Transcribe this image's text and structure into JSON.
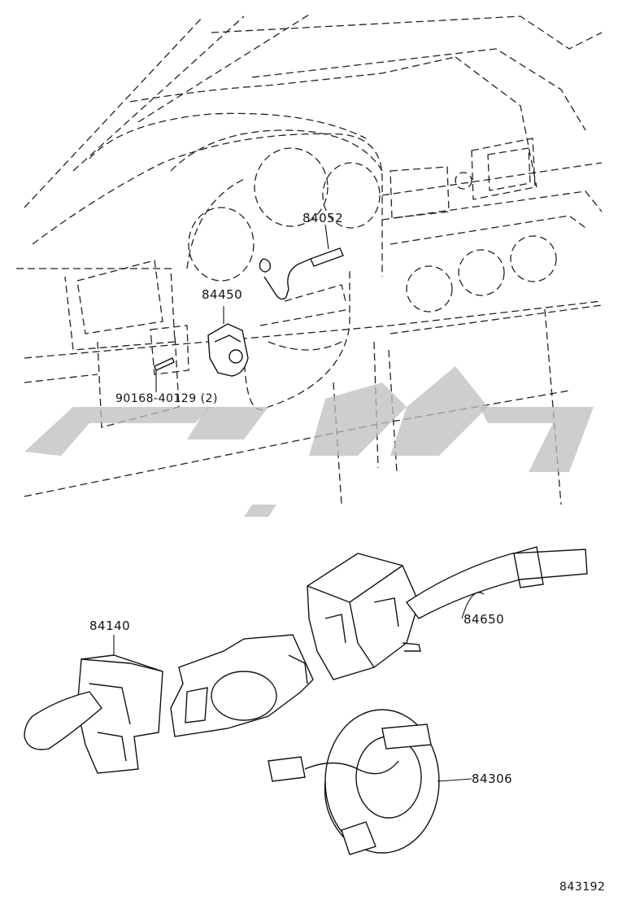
{
  "diagram": {
    "part_labels": {
      "sensor": "84052",
      "bracket": "84450",
      "screw": "90168-40129 (2)",
      "switch_left": "84140",
      "switch_right": "84650",
      "spiral_cable": "84306"
    },
    "figure_number": "843192"
  },
  "colors": {
    "line": "#111111",
    "watermark": "#bdbdbd",
    "background": "#ffffff"
  }
}
